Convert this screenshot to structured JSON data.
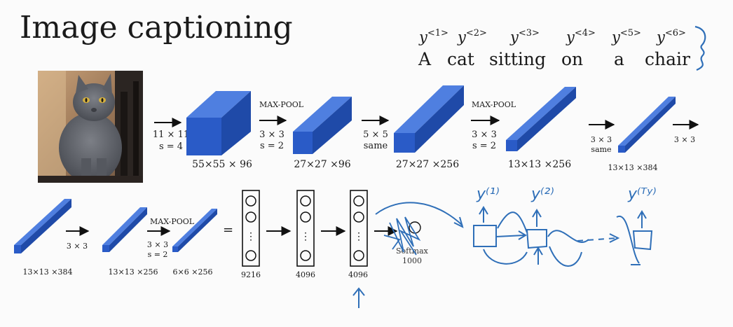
{
  "title": "Image captioning",
  "caption": {
    "words": [
      "A",
      "cat",
      "sitting",
      "on",
      "a",
      "chair"
    ],
    "tokens": [
      {
        "base": "y",
        "sup": "<1>"
      },
      {
        "base": "y",
        "sup": "<2>"
      },
      {
        "base": "y",
        "sup": "<3>"
      },
      {
        "base": "y",
        "sup": "<4>"
      },
      {
        "base": "y",
        "sup": "<5>"
      },
      {
        "base": "y",
        "sup": "<6>"
      }
    ]
  },
  "network": {
    "conv1": {
      "kernel": "11 × 11",
      "stride": "s = 4",
      "output": "55×55 × 96"
    },
    "pool1": {
      "label": "MAX-POOL",
      "kernel": "3 × 3",
      "stride": "s = 2",
      "output": "27×27 ×96"
    },
    "conv2": {
      "kernel": "5 × 5",
      "padding": "same",
      "output": "27×27 ×256"
    },
    "pool2": {
      "label": "MAX-POOL",
      "kernel": "3 × 3",
      "stride": "s = 2",
      "output": "13×13 ×256"
    },
    "conv3": {
      "kernel": "3 × 3",
      "padding": "same",
      "output": "13×13 ×384"
    },
    "conv4": {
      "kernel": "3 × 3"
    },
    "row2_block1": {
      "output": "13×13 ×384"
    },
    "conv5": {
      "kernel": "3 × 3"
    },
    "row2_block2": {
      "output": "13×13 ×256"
    },
    "pool3": {
      "label": "MAX-POOL",
      "kernel": "3 × 3",
      "stride": "s = 2",
      "output": "6×6 ×256"
    },
    "equals": "=",
    "fc": [
      {
        "units": "9216"
      },
      {
        "units": "4096"
      },
      {
        "units": "4096"
      }
    ],
    "dots": "⋮",
    "softmax": {
      "label": "Softmax",
      "units": "1000"
    }
  },
  "handwriting": {
    "rnn_outputs": [
      "y⁽¹⁾",
      "y⁽²⁾",
      "y⁽ᵀʸ⁾"
    ]
  },
  "colors": {
    "block_front": "#2a5bc7",
    "block_top": "#4f7fe0",
    "block_side": "#1f4aa8",
    "ink": "#2f6fb8"
  }
}
